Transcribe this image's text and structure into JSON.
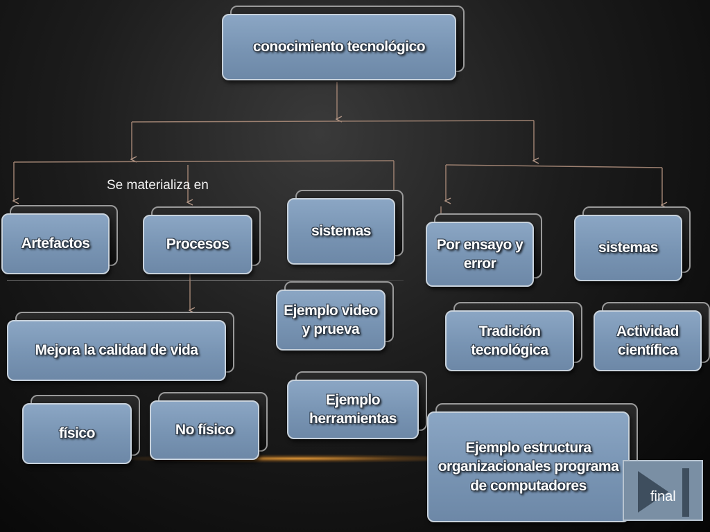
{
  "diagram": {
    "root": "conocimiento tecnológico",
    "annotation": "Se materializa en",
    "nodes": {
      "artefactos": "Artefactos",
      "procesos": "Procesos",
      "sistemas_left": "sistemas",
      "ensayo_error": "Por ensayo y error",
      "sistemas_right": "sistemas",
      "ejemplo_video": "Ejemplo video y prueva",
      "mejora_calidad": "Mejora la calidad de vida",
      "tradicion": "Tradición tecnológica",
      "actividad": "Actividad científica",
      "ejemplo_herramientas": "Ejemplo herramientas",
      "fisico": "físico",
      "no_fisico": "No físico",
      "ejemplo_estructura": "Ejemplo estructura organizacionales programa de computadores"
    }
  },
  "nav": {
    "final_label": "final"
  },
  "colors": {
    "box_fill": "#7d98b7",
    "box_border": "#c8d2dc",
    "connector": "#9c8070",
    "glow": "#ffaa3c"
  }
}
